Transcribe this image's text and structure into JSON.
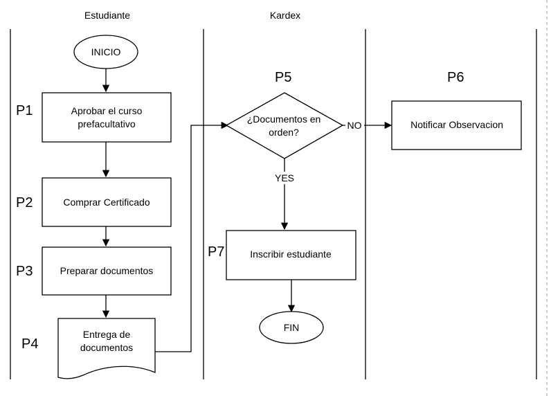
{
  "lanes": {
    "estudiante": "Estudiante",
    "kardex": "Kardex"
  },
  "steps": {
    "p1": "P1",
    "p2": "P2",
    "p3": "P3",
    "p4": "P4",
    "p5": "P5",
    "p6": "P6",
    "p7": "P7"
  },
  "nodes": {
    "inicio": "INICIO",
    "aprobar_1": "Aprobar el curso",
    "aprobar_2": "prefacultativo",
    "comprar": "Comprar Certificado",
    "preparar": "Preparar documentos",
    "entrega_1": "Entrega de",
    "entrega_2": "documentos",
    "decision_1": "¿Documentos en",
    "decision_2": "orden?",
    "notificar": "Notificar Observacion",
    "inscribir": "Inscribir estudiante",
    "fin": "FIN"
  },
  "edges": {
    "no": "NO",
    "yes": "YES"
  },
  "colors": {
    "stroke": "#000000",
    "background": "#ffffff",
    "dashed_border": "#b0b0b0"
  }
}
